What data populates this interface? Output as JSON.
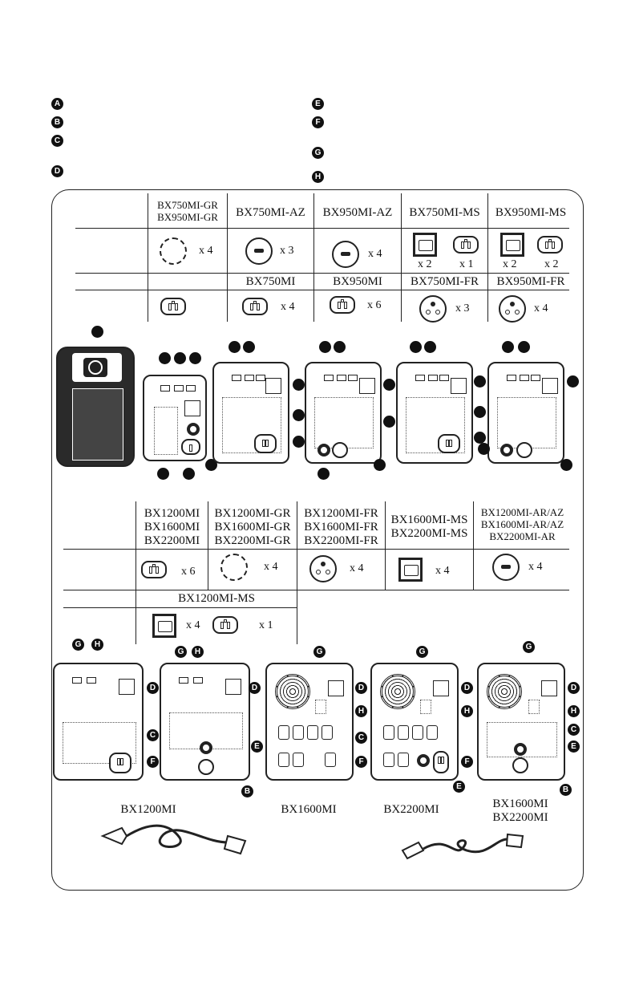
{
  "legend": {
    "left": [
      {
        "letter": "A"
      },
      {
        "letter": "B"
      },
      {
        "letter": "C"
      },
      {
        "letter": "D"
      }
    ],
    "right": [
      {
        "letter": "E"
      },
      {
        "letter": "F"
      },
      {
        "letter": "G"
      },
      {
        "letter": "H"
      }
    ]
  },
  "table1": {
    "headers": [
      "BX750MI-GR\nBX950MI-GR",
      "BX750MI-AZ",
      "BX950MI-AZ",
      "BX750MI-MS",
      "BX950MI-MS"
    ],
    "row1_counts": [
      "x 4",
      "x 3",
      "x 4",
      "x 2",
      "x 1",
      "x 2",
      "x 2"
    ],
    "headers2": [
      "BX750MI",
      "BX950MI",
      "BX750MI-FR",
      "BX950MI-FR"
    ],
    "row2_counts": [
      "x 4",
      "x 6",
      "x 3",
      "x 4"
    ]
  },
  "table2": {
    "headers": [
      "BX1200MI\nBX1600MI\nBX2200MI",
      "BX1200MI-GR\nBX1600MI-GR\nBX2200MI-GR",
      "BX1200MI-FR\nBX1600MI-FR\nBX2200MI-FR",
      "BX1600MI-MS\nBX2200MI-MS",
      "BX1200MI-AR/AZ\nBX1600MI-AR/AZ\nBX2200MI-AR"
    ],
    "row1_counts": [
      "x 6",
      "x 4",
      "x 4",
      "x 4",
      "x 4"
    ],
    "header2": "BX1200MI-MS",
    "row2_counts": [
      "x 4",
      "x 1"
    ]
  },
  "markers": {
    "G": "G",
    "H": "H",
    "D": "D",
    "C": "C",
    "E": "E",
    "F": "F",
    "B": "B"
  },
  "captions": {
    "bx1200": "BX1200MI",
    "bx1600": "BX1600MI",
    "bx2200": "BX2200MI",
    "bx1600_2200": "BX1600MI\nBX2200MI"
  }
}
